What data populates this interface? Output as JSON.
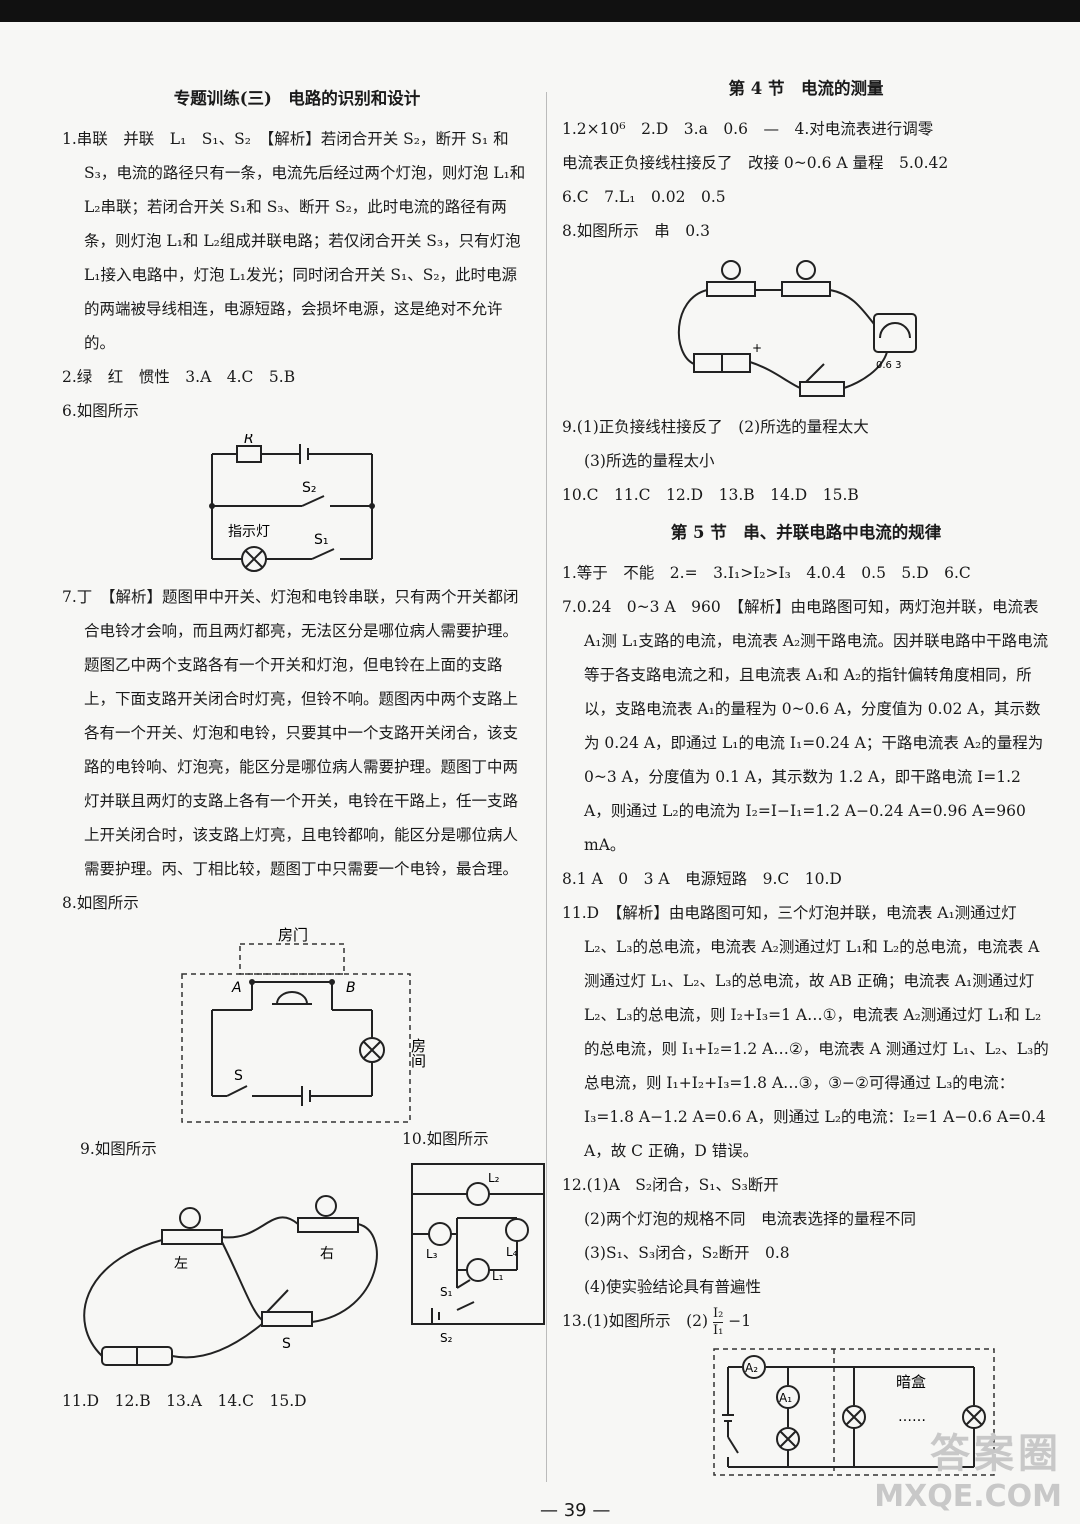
{
  "left": {
    "title": "专题训练(三)　电路的识别和设计",
    "q1": "1.串联　并联　L₁　S₁、S₂　【解析】若闭合开关 S₂，断开 S₁ 和 S₃，电流的路径只有一条，电流先后经过两个灯泡，则灯泡 L₁和 L₂串联；若闭合开关 S₁和 S₃、断开 S₂，此时电流的路径有两条，则灯泡 L₁和 L₂组成并联电路；若仅闭合开关 S₃，只有灯泡 L₁接入电路中，灯泡 L₁发光；同时闭合开关 S₁、S₂，此时电源的两端被导线相连，电源短路，会损坏电源，这是绝对不允许的。",
    "q2": "2.绿　红　惯性　3.A　4.C　5.B",
    "q6": "6.如图所示",
    "fig6": {
      "r": "R",
      "s2": "S₂",
      "lamp": "指示灯",
      "s1": "S₁"
    },
    "q7": "7.丁　【解析】题图甲中开关、灯泡和电铃串联，只有两个开关都闭合电铃才会响，而且两灯都亮，无法区分是哪位病人需要护理。题图乙中两个支路各有一个开关和灯泡，但电铃在上面的支路上，下面支路开关闭合时灯亮，但铃不响。题图丙中两个支路上各有一个开关、灯泡和电铃，只要其中一个支路开关闭合，该支路的电铃响、灯泡亮，能区分是哪位病人需要护理。题图丁中两灯并联且两灯的支路上各有一个开关，电铃在干路上，任一支路上开关闭合时，该支路上灯亮，且电铃都响，能区分是哪位病人需要护理。丙、丁相比较，题图丁中只需要一个电铃，最合理。",
    "q8": "8.如图所示",
    "fig8": {
      "door": "房门",
      "a": "A",
      "b": "B",
      "room": "房间",
      "s": "S"
    },
    "q9": "9.如图所示",
    "fig9": {
      "left": "左",
      "right": "右",
      "s": "S"
    },
    "q10": "10.如图所示",
    "fig10": {
      "l1": "L₁",
      "l2": "L₂",
      "l3": "L₃",
      "l4": "L₄",
      "s1": "S₁",
      "s2": "S₂"
    },
    "q11": "11.D　12.B　13.A　14.C　15.D"
  },
  "right": {
    "title4": "第 4 节　电流的测量",
    "r1": "1.2×10⁶　2.D　3.a　0.6　—　4.对电流表进行调零",
    "r2": "电流表正负接线柱接反了　改接 0~0.6 A 量程　5.0.42",
    "r3": "6.C　7.L₁　0.02　0.5",
    "r4": "8.如图所示　串　0.3",
    "fig48": {
      "meter": "0.6 3",
      "plus": "+"
    },
    "r9a": "9.(1)正负接线柱接反了　(2)所选的量程太大",
    "r9b": "(3)所选的量程太小",
    "r10": "10.C　11.C　12.D　13.B　14.D　15.B",
    "title5": "第 5 节　串、并联电路中电流的规律",
    "s1": "1.等于　不能　2.=　3.I₁>I₂>I₃　4.0.4　0.5　5.D　6.C",
    "s7": "7.0.24　0~3 A　960　【解析】由电路图可知，两灯泡并联，电流表 A₁测 L₁支路的电流，电流表 A₂测干路电流。因并联电路中干路电流等于各支路电流之和，且电流表 A₁和 A₂的指针偏转角度相同，所以，支路电流表 A₁的量程为 0~0.6 A，分度值为 0.02 A，其示数为 0.24 A，即通过 L₁的电流 I₁=0.24 A；干路电流表 A₂的量程为 0~3 A，分度值为 0.1 A，其示数为 1.2 A，即干路电流 I=1.2 A，则通过 L₂的电流为 I₂=I−I₁=1.2 A−0.24 A=0.96 A=960 mA。",
    "s8": "8.1 A　0　3 A　电源短路　9.C　10.D",
    "s11": "11.D　【解析】由电路图可知，三个灯泡并联，电流表 A₁测通过灯 L₂、L₃的总电流，电流表 A₂测通过灯 L₁和 L₂的总电流，电流表 A 测通过灯 L₁、L₂、L₃的总电流，故 AB 正确；电流表 A₁测通过灯 L₂、L₃的总电流，则 I₂+I₃=1 A…①，电流表 A₂测通过灯 L₁和 L₂的总电流，则 I₁+I₂=1.2 A…②，电流表 A 测通过灯 L₁、L₂、L₃的总电流，则 I₁+I₂+I₃=1.8 A…③，③−②可得通过 L₃的电流：I₃=1.8 A−1.2 A=0.6 A，则通过 L₂的电流：I₂=1 A−0.6 A=0.4 A，故 C 正确，D 错误。",
    "s12a": "12.(1)A　S₂闭合，S₁、S₃断开",
    "s12b": "(2)两个灯泡的规格不同　电流表选择的量程不同",
    "s12c": "(3)S₁、S₃闭合，S₂断开　0.8",
    "s12d": "(4)使实验结论具有普遍性",
    "s13": "13.(1)如图所示　(2)",
    "s13frac": {
      "num": "I₂",
      "den": "I₁",
      "tail": "−1"
    },
    "fig13": {
      "a2": "A₂",
      "a1": "A₁",
      "box": "暗盒",
      "dots": "……"
    }
  },
  "page_number": "— 39 —",
  "watermark": {
    "line1": "答案圈",
    "line2": "MXQE.COM"
  }
}
